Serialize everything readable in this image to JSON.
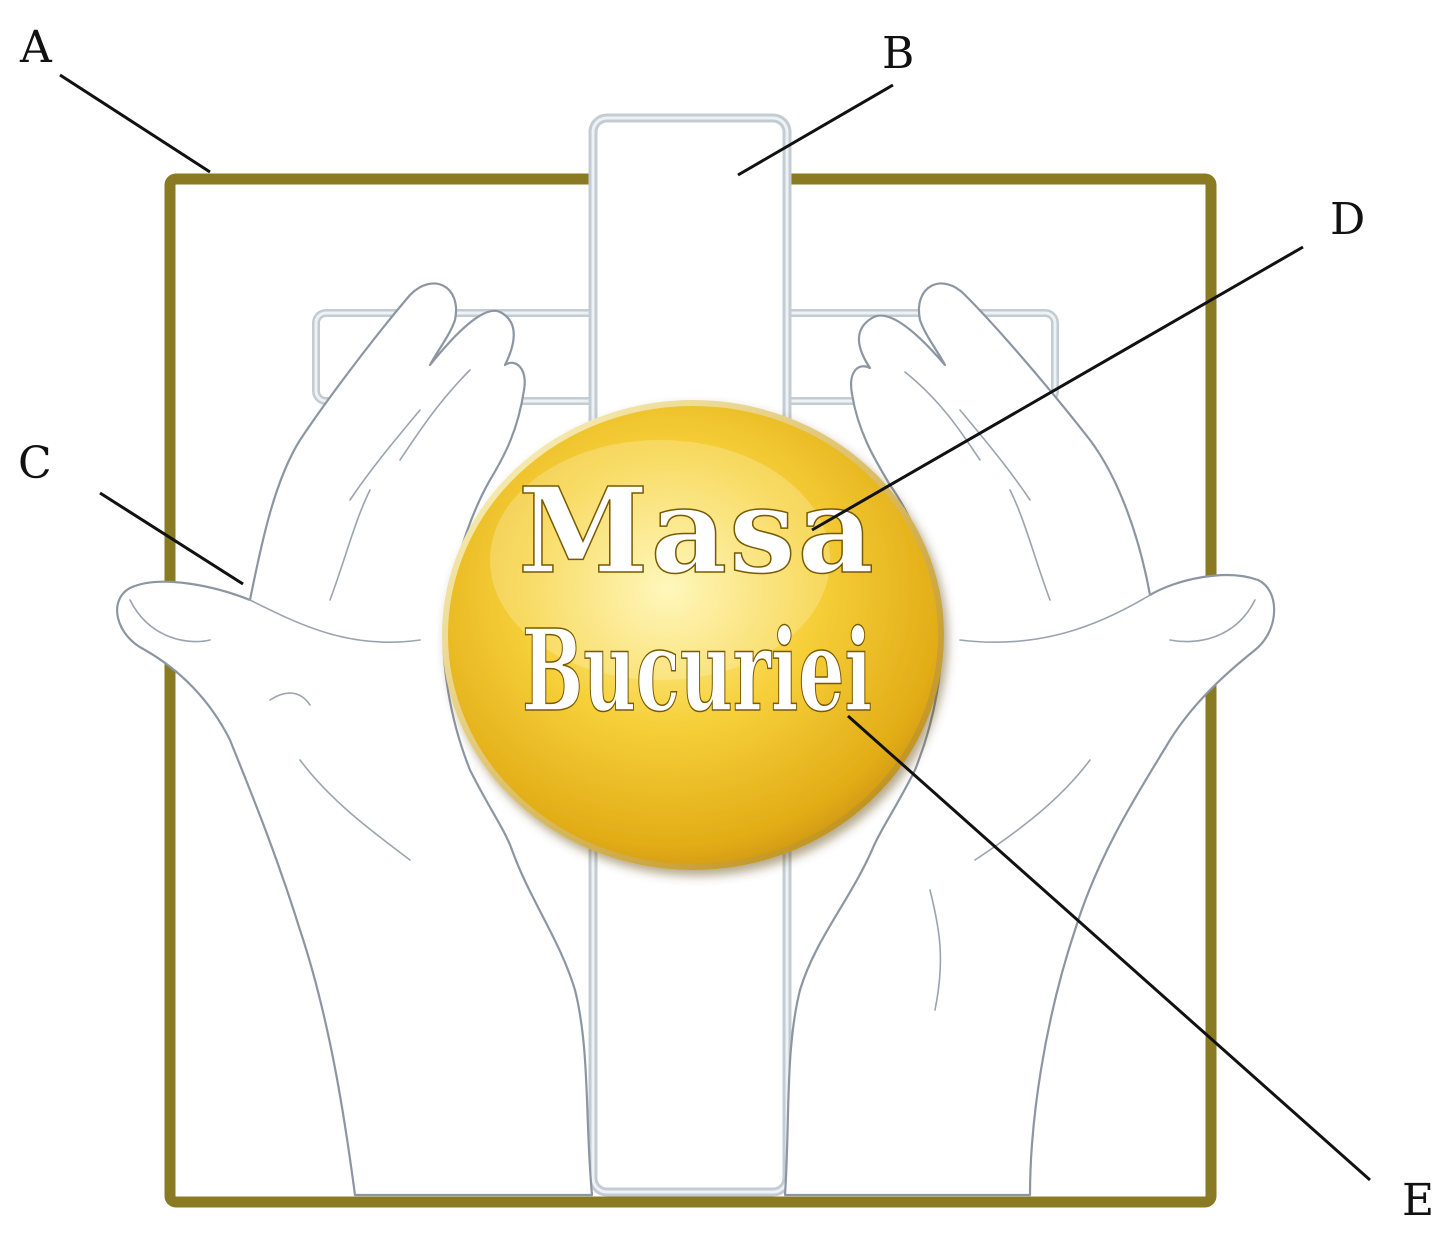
{
  "diagram": {
    "callouts": [
      {
        "id": "A",
        "label": "A",
        "points_to": "frame"
      },
      {
        "id": "B",
        "label": "B",
        "points_to": "cross"
      },
      {
        "id": "C",
        "label": "C",
        "points_to": "hands"
      },
      {
        "id": "D",
        "label": "D",
        "points_to": "logo-text"
      },
      {
        "id": "E",
        "label": "E",
        "points_to": "host-disc"
      }
    ],
    "logo": {
      "line1": "Masa",
      "line2": "Bucuriei"
    }
  },
  "colors": {
    "frame": "#8a7a24",
    "cross_outline": "#b9c4cc",
    "disc_light": "#fff3a0",
    "disc_mid": "#f1c52a",
    "disc_dark": "#d39a0f",
    "lines": "#111111"
  }
}
